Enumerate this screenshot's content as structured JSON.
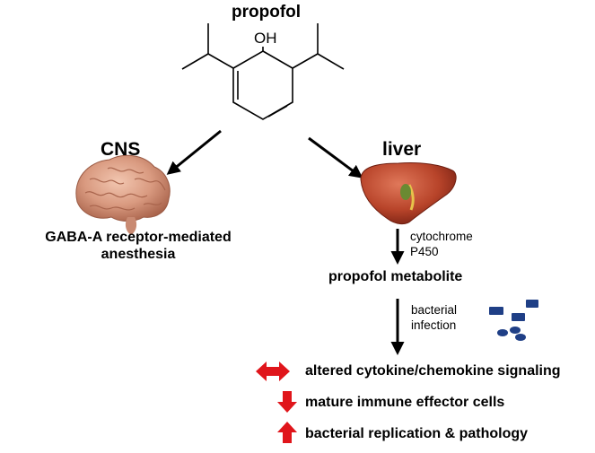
{
  "title": "propofol",
  "molecule": {
    "hydroxyl_label": "OH"
  },
  "cns": {
    "label": "CNS",
    "effect_line1": "GABA-A receptor-mediated",
    "effect_line2": "anesthesia"
  },
  "liver": {
    "label": "liver"
  },
  "step1": {
    "line1": "cytochrome",
    "line2": "P450"
  },
  "metabolite": "propofol metabolite",
  "step2": {
    "line1": "bacterial",
    "line2": "infection"
  },
  "outcomes": [
    {
      "text": "altered cytokine/chemokine signaling",
      "arrow": "double-horizontal"
    },
    {
      "text": "mature immune effector cells",
      "arrow": "down"
    },
    {
      "text": "bacterial replication & pathology",
      "arrow": "up"
    }
  ],
  "colors": {
    "arrow_red": "#e0151b",
    "bacteria_blue": "#1f3f86",
    "liver": "#b8442a"
  }
}
